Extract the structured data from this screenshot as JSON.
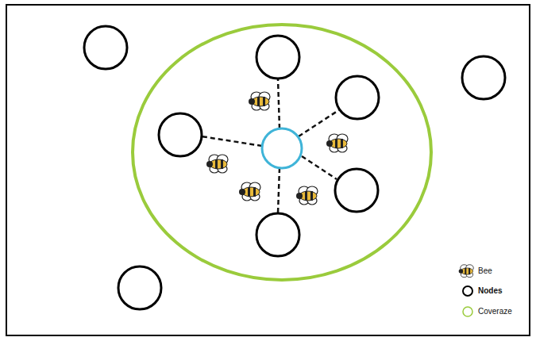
{
  "diagram": {
    "legend": [
      {
        "text": "Bee"
      },
      {
        "text": "Nodes"
      },
      {
        "text": "Coveraze"
      }
    ]
  }
}
